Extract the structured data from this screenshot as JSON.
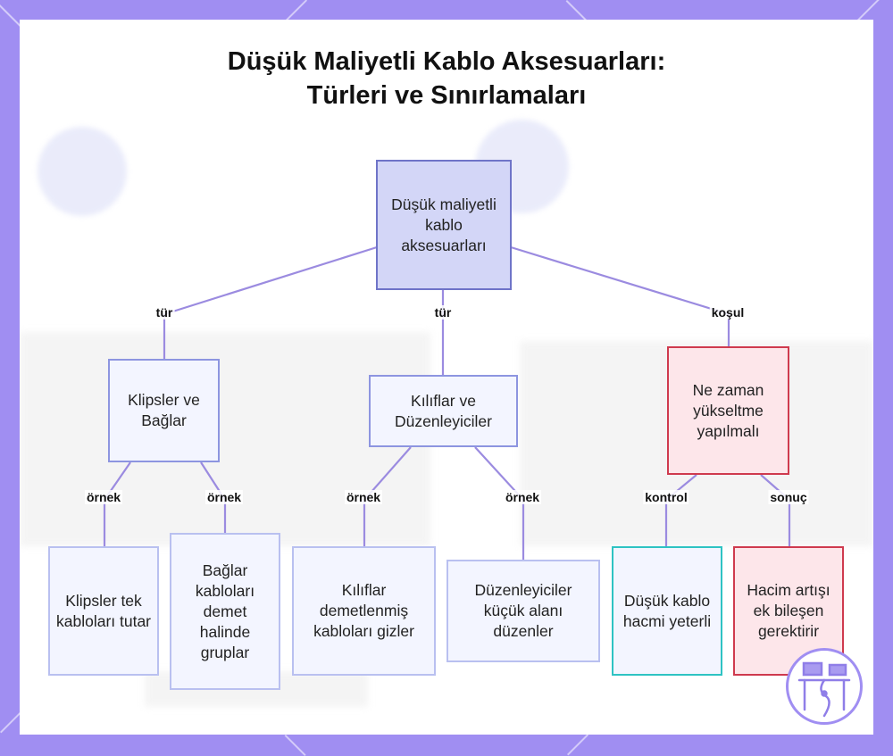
{
  "title_line1": "Düşük Maliyetli Kablo Aksesuarları:",
  "title_line2": "Türleri ve Sınırlamaları",
  "nodes": {
    "root": "Düşük maliyetli kablo aksesuarları",
    "clips_ties": "Klipsler ve Bağlar",
    "sleeves_organizers": "Kılıflar ve Düzenleyiciler",
    "upgrade": "Ne zaman yükseltme yapılmalı",
    "clips_leaf": "Klipsler tek kabloları tutar",
    "ties_leaf": "Bağlar kabloları demet halinde gruplar",
    "sleeves_leaf": "Kılıflar demetlenmiş kabloları gizler",
    "organizers_leaf": "Düzenleyiciler küçük alanı düzenler",
    "low_volume": "Düşük kablo hacmi yeterli",
    "volume_increase": "Hacim artışı ek bileşen gerektirir"
  },
  "edge_labels": {
    "type1": "tür",
    "type2": "tür",
    "condition": "koşul",
    "example1": "örnek",
    "example2": "örnek",
    "example3": "örnek",
    "example4": "örnek",
    "check": "kontrol",
    "result": "sonuç"
  },
  "colors": {
    "edge": "#9b8be0",
    "root_fill": "#d3d6f7",
    "red_border": "#cf3a4e",
    "cyan_border": "#2ec3c3",
    "frame": "#a08ef2"
  }
}
